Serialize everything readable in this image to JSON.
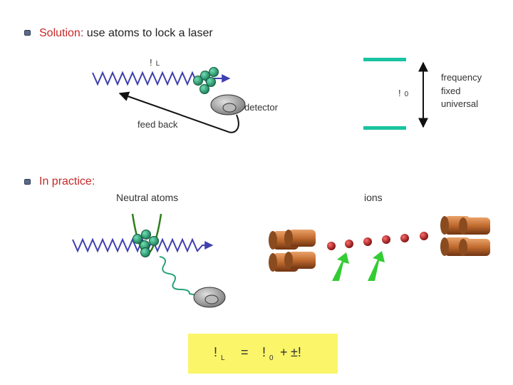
{
  "heading1": {
    "red_part": "Solution:",
    "rest": " use atoms to lock a laser"
  },
  "heading2": {
    "label": "In practice:"
  },
  "top_diagram": {
    "laser_symbol": "!",
    "laser_subscript": "L",
    "detector_label": "detector",
    "feedback_label": "feed back",
    "transition_symbol": "!",
    "transition_subscript": "0",
    "properties": [
      "frequency",
      "fixed",
      "universal"
    ]
  },
  "bottom_diagram": {
    "neutral_label": "Neutral atoms",
    "ions_label": "ions"
  },
  "equation": {
    "lhs_symbol": "!",
    "lhs_sub": "L",
    "equals": "=",
    "rhs_symbol": "!",
    "rhs_sub": "0",
    "plus": "+",
    "delta": "±!"
  },
  "colors": {
    "wave": "#3f3fb0",
    "atom": "#2aa37a",
    "level_bar": "#19c4a0",
    "trap": "#2e7d1a",
    "ion": "#b71c1c",
    "arrow": "#33cc33",
    "rod": "#c87a3a",
    "highlight": "#fbf569"
  }
}
